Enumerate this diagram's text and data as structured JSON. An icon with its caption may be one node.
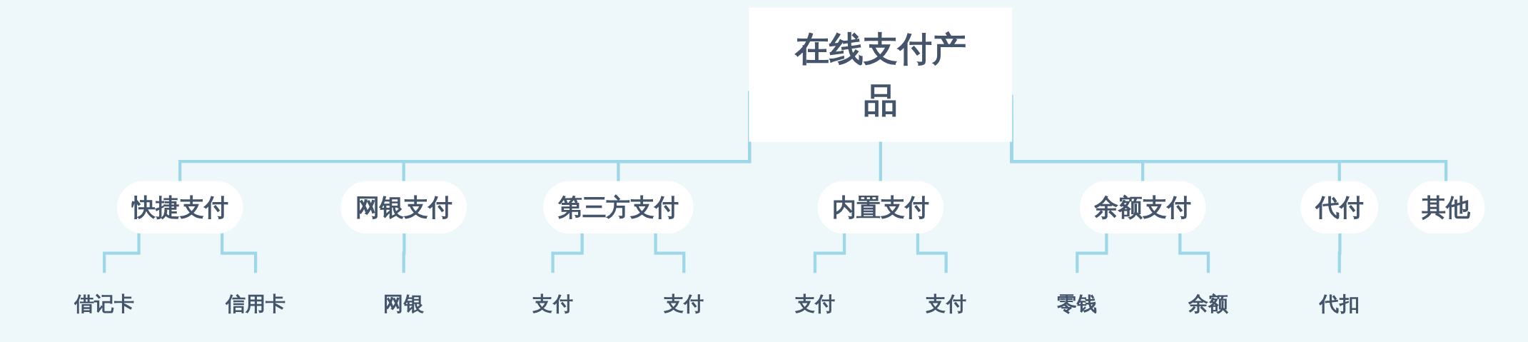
{
  "diagram": {
    "nodes": [
      {
        "text": [
          "在线支付产品"
        ]
      },
      {
        "text": [
          "快捷支付"
        ]
      },
      {
        "text": [
          "借记卡"
        ]
      },
      {
        "text": [
          "信用卡"
        ]
      },
      {
        "text": [
          "网银支付"
        ]
      },
      {
        "text": [
          "网银"
        ]
      },
      {
        "text": [
          "第三方支付"
        ]
      },
      {
        "text": [
          "支付"
        ]
      },
      {
        "text": [
          "支付"
        ]
      },
      {
        "text": [
          "内置支付"
        ]
      },
      {
        "text": [
          "支付"
        ]
      },
      {
        "text": [
          "支付"
        ]
      },
      {
        "text": [
          "余额支付"
        ]
      },
      {
        "text": [
          "零钱"
        ]
      },
      {
        "text": [
          "余额"
        ]
      },
      {
        "text": [
          "代付"
        ]
      },
      {
        "text": [
          "代扣"
        ]
      },
      {
        "text": [
          "其他"
        ]
      }
    ],
    "edges": [
      {
        "from": 0,
        "to": 1,
        "arrow": "none"
      },
      {
        "from": 0,
        "to": 4,
        "arrow": "none"
      },
      {
        "from": 0,
        "to": 6,
        "arrow": "none"
      },
      {
        "from": 0,
        "to": 9,
        "arrow": "none"
      },
      {
        "from": 0,
        "to": 12,
        "arrow": "none"
      },
      {
        "from": 0,
        "to": 15,
        "arrow": "none"
      },
      {
        "from": 0,
        "to": 17,
        "arrow": "none"
      },
      {
        "from": 1,
        "to": 2,
        "arrow": "none"
      },
      {
        "from": 1,
        "to": 3,
        "arrow": "none"
      },
      {
        "from": 4,
        "to": 5,
        "arrow": "none"
      },
      {
        "from": 6,
        "to": 7,
        "arrow": "none"
      },
      {
        "from": 6,
        "to": 8,
        "arrow": "none"
      },
      {
        "from": 9,
        "to": 10,
        "arrow": "none"
      },
      {
        "from": 9,
        "to": 11,
        "arrow": "none"
      },
      {
        "from": 12,
        "to": 13,
        "arrow": "none"
      },
      {
        "from": 12,
        "to": 14,
        "arrow": "none"
      },
      {
        "from": 15,
        "to": 16,
        "arrow": "none"
      }
    ]
  }
}
